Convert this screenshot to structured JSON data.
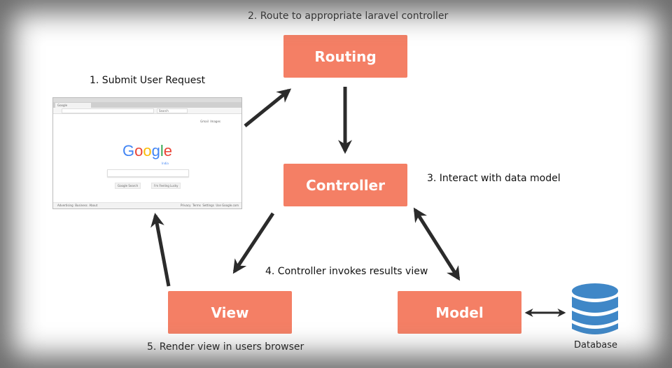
{
  "colors": {
    "box": "#f47f65",
    "arrow": "#2b2b2b",
    "database": "#3f87c7"
  },
  "boxes": {
    "routing": "Routing",
    "controller": "Controller",
    "view": "View",
    "model": "Model"
  },
  "steps": {
    "step1": "1. Submit User Request",
    "step2": "2. Route to appropriate laravel controller",
    "step3": "3. Interact with data model",
    "step4": "4. Controller invokes results view",
    "step5": "5. Render view in users browser"
  },
  "database": {
    "label": "Database",
    "icon": "database-icon"
  },
  "browser": {
    "tab": "Google",
    "search_placeholder": "Search",
    "top_links": [
      "Gmail",
      "Images"
    ],
    "logo": "Google",
    "logo_sub": "India",
    "buttons": [
      "Google Search",
      "I'm Feeling Lucky"
    ],
    "footer_left": [
      "Advertising",
      "Business",
      "About"
    ],
    "footer_right": [
      "Privacy",
      "Terms",
      "Settings",
      "Use Google.com"
    ]
  }
}
